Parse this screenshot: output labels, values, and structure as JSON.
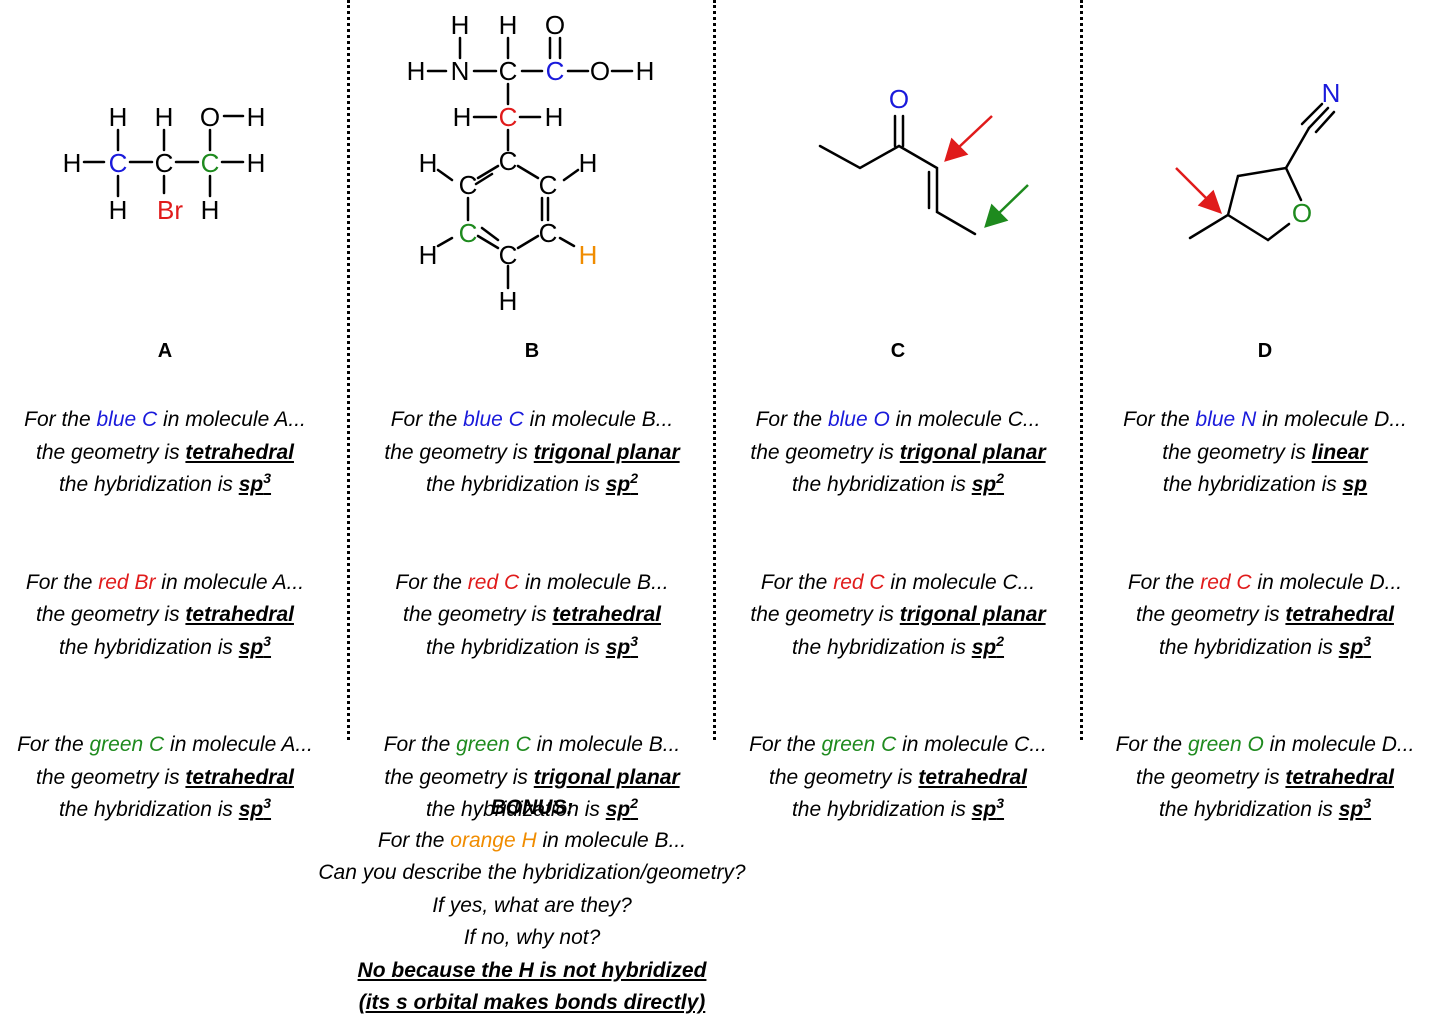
{
  "molecules": [
    {
      "label": "A",
      "color_word_1": "blue",
      "atom_1": "C",
      "color_word_2": "red",
      "atom_2": "Br",
      "color_word_3": "green",
      "atom_3": "C",
      "geometry_1": "tetrahedral",
      "hybrid_1": "sp",
      "hybrid_exp_1": "3",
      "geometry_2": "tetrahedral",
      "hybrid_2": "sp",
      "hybrid_exp_2": "3",
      "geometry_3": "tetrahedral",
      "hybrid_3": "sp",
      "hybrid_exp_3": "3"
    },
    {
      "label": "B",
      "color_word_1": "blue",
      "atom_1": "C",
      "color_word_2": "red",
      "atom_2": "C",
      "color_word_3": "green",
      "atom_3": "C",
      "geometry_1": "trigonal planar",
      "hybrid_1": "sp",
      "hybrid_exp_1": "2",
      "geometry_2": "tetrahedral",
      "hybrid_2": "sp",
      "hybrid_exp_2": "3",
      "geometry_3": "trigonal planar",
      "hybrid_3": "sp",
      "hybrid_exp_3": "2"
    },
    {
      "label": "C",
      "color_word_1": "blue",
      "atom_1": "O",
      "color_word_2": "red",
      "atom_2": "C",
      "color_word_3": "green",
      "atom_3": "C",
      "geometry_1": "trigonal planar",
      "hybrid_1": "sp",
      "hybrid_exp_1": "2",
      "geometry_2": "trigonal planar",
      "hybrid_2": "sp",
      "hybrid_exp_2": "2",
      "geometry_3": "tetrahedral",
      "hybrid_3": "sp",
      "hybrid_exp_3": "3"
    },
    {
      "label": "D",
      "color_word_1": "blue",
      "atom_1": "N",
      "color_word_2": "red",
      "atom_2": "C",
      "color_word_3": "green",
      "atom_3": "O",
      "geometry_1": "linear",
      "hybrid_1": "sp",
      "hybrid_exp_1": "",
      "geometry_2": "tetrahedral",
      "hybrid_2": "sp",
      "hybrid_exp_2": "3",
      "geometry_3": "tetrahedral",
      "hybrid_3": "sp",
      "hybrid_exp_3": "3"
    }
  ],
  "phrases": {
    "for_the": "For the ",
    "in_molecule": " in molecule ",
    "ellipsis": "...",
    "geometry_is": "the geometry is ",
    "hybridization_is": "the hybridization is "
  },
  "atoms": {
    "H": "H",
    "C": "C",
    "N": "N",
    "O": "O",
    "Br": "Br"
  },
  "bonus": {
    "title": "BONUS:",
    "line1_pre": "For the ",
    "line1_color": "orange H",
    "line1_post": " in molecule B...",
    "line2": "Can you describe the hybridization/geometry?",
    "line3": "If yes, what are they?",
    "line4": "If no, why not?",
    "answer1": "No because the H is not hybridized ",
    "answer2": "(its s orbital makes bonds directly)"
  },
  "colors": {
    "blue": "#1a1adb",
    "red": "#e01b1b",
    "green": "#1e8a1e",
    "orange": "#f08c00"
  }
}
